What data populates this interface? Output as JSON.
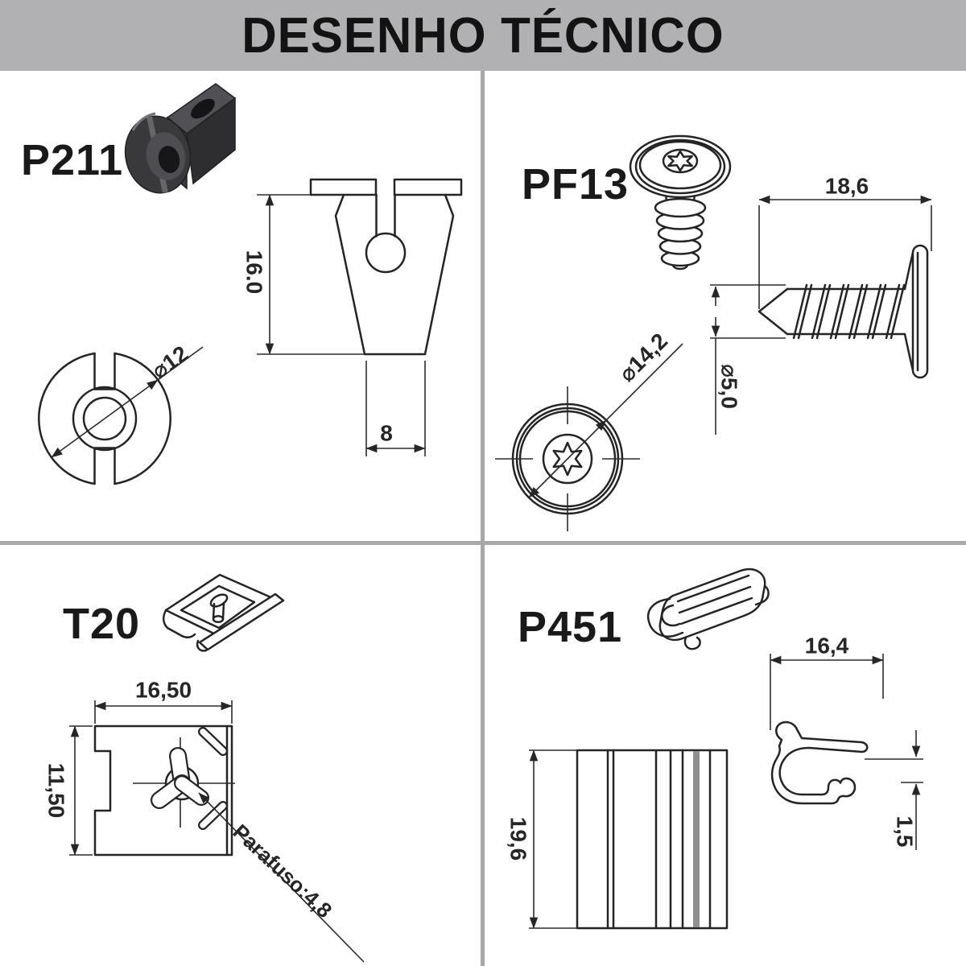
{
  "header": {
    "title": "DESENHO TÉCNICO"
  },
  "colors": {
    "header_bg": "#b1b1b3",
    "divider": "#a8a8aa",
    "line": "#242424",
    "part_3d_fill": "#39393c"
  },
  "parts": [
    {
      "id": "p211",
      "label": "P211",
      "dims": {
        "height": "16.0",
        "width": "8",
        "diameter": "⌀12"
      }
    },
    {
      "id": "pf13",
      "label": "PF13",
      "dims": {
        "length": "18,6",
        "head_diameter": "⌀14,2",
        "shank_diameter": "⌀5,0"
      }
    },
    {
      "id": "t20",
      "label": "T20",
      "dims": {
        "width": "16,50",
        "height": "11,50",
        "screw": "Parafuso:4,8"
      }
    },
    {
      "id": "p451",
      "label": "P451",
      "dims": {
        "width": "16,4",
        "height": "19,6",
        "gap": "1,5"
      }
    }
  ]
}
